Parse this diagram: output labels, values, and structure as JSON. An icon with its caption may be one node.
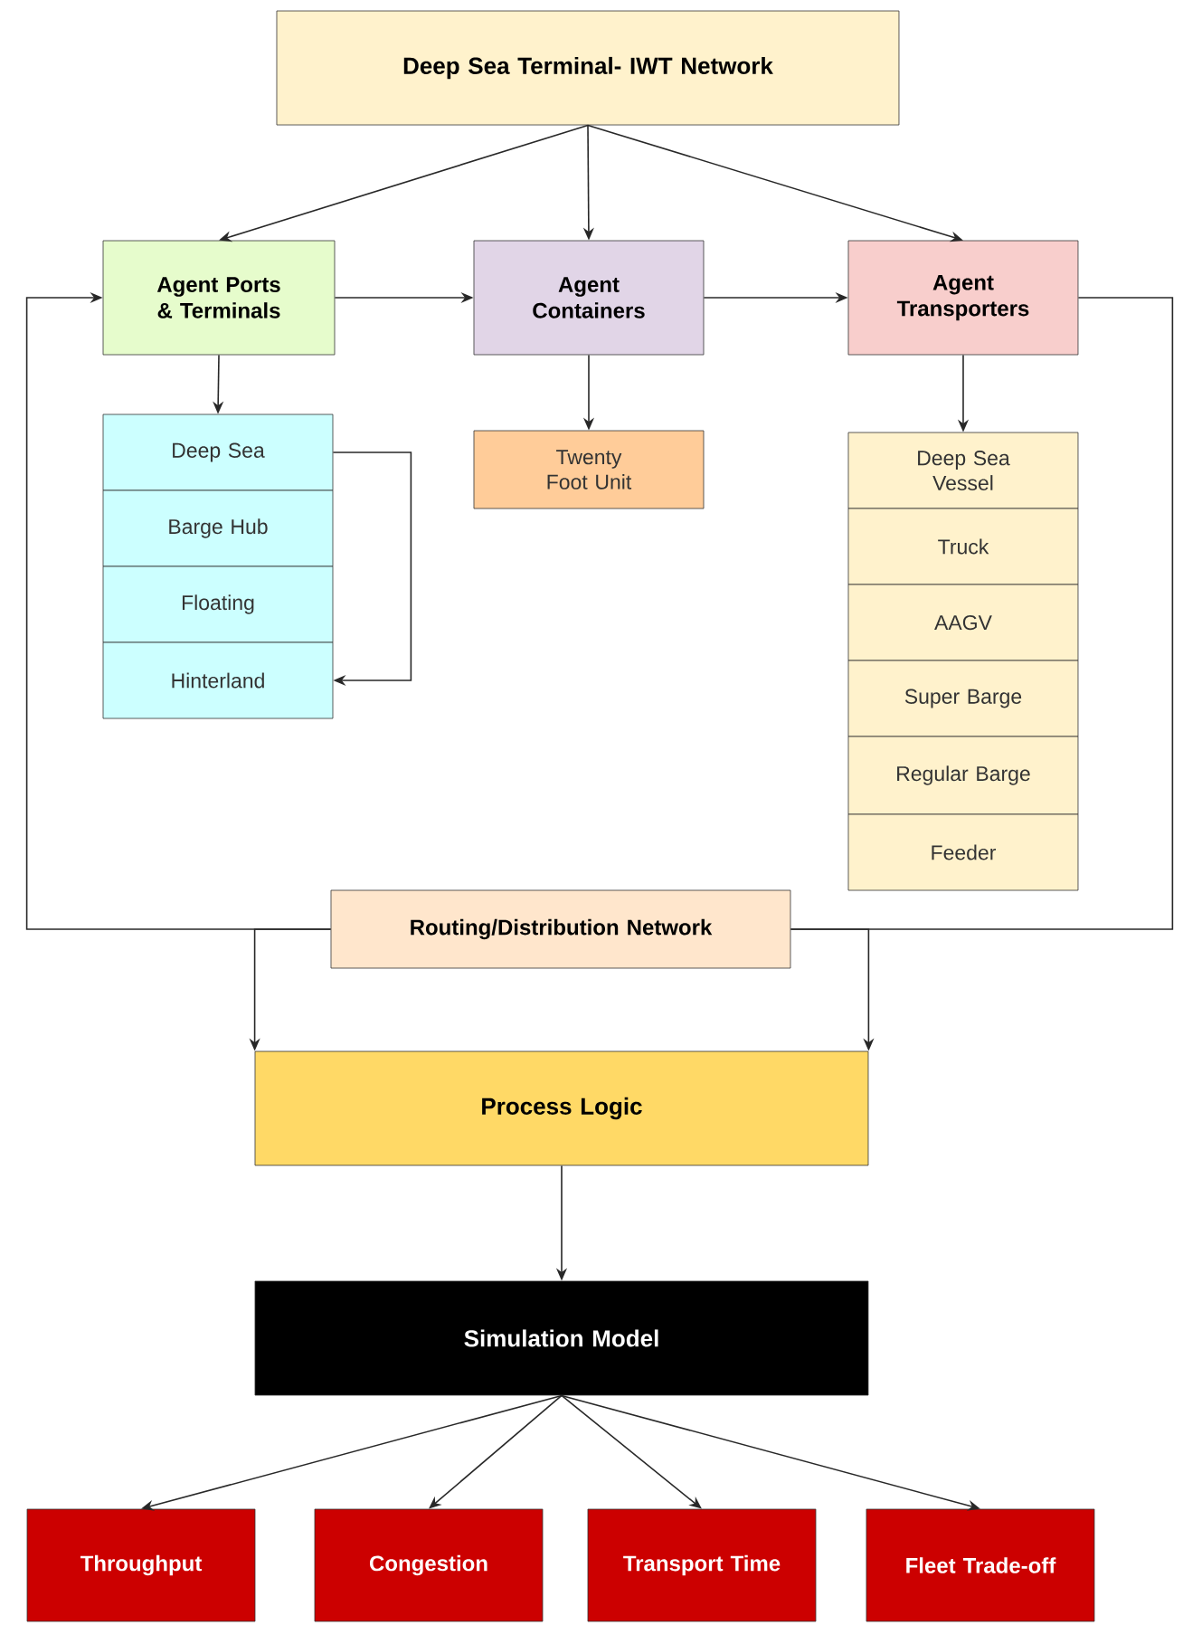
{
  "diagram": {
    "nodes": [
      {
        "text": [
          "Deep Sea Terminal- IWT Network"
        ]
      },
      {
        "text": [
          "Agent Ports & Terminals"
        ]
      },
      {
        "text": [
          "Agent Containers"
        ]
      },
      {
        "text": [
          "Agent Transporters"
        ]
      },
      {
        "text": [
          "Deep Sea"
        ]
      },
      {
        "text": [
          "Barge Hub"
        ]
      },
      {
        "text": [
          "Floating"
        ]
      },
      {
        "text": [
          "Hinterland"
        ]
      },
      {
        "text": [
          "Twenty Foot Unit"
        ]
      },
      {
        "text": [
          "Deep Sea Vessel"
        ]
      },
      {
        "text": [
          "Truck"
        ]
      },
      {
        "text": [
          "AAGV"
        ]
      },
      {
        "text": [
          "Super Barge"
        ]
      },
      {
        "text": [
          "Regular Barge"
        ]
      },
      {
        "text": [
          "Feeder"
        ]
      },
      {
        "text": [
          "Routing/Distribution Network"
        ]
      },
      {
        "text": [
          "Process Logic"
        ]
      },
      {
        "text": [
          "Simulation Model"
        ]
      },
      {
        "text": [
          "Throughput"
        ]
      },
      {
        "text": [
          "Congestion"
        ]
      },
      {
        "text": [
          "Transport Time"
        ]
      },
      {
        "text": [
          "Fleet Trade-off"
        ]
      }
    ],
    "edges": [
      {
        "from": 0,
        "to": 1,
        "arrow": "to"
      },
      {
        "from": 0,
        "to": 2,
        "arrow": "to"
      },
      {
        "from": 0,
        "to": 3,
        "arrow": "to"
      },
      {
        "from": 1,
        "to": 2,
        "arrow": "to"
      },
      {
        "from": 2,
        "to": 3,
        "arrow": "to"
      },
      {
        "from": 1,
        "to": 4,
        "arrow": "to"
      },
      {
        "from": 2,
        "to": 8,
        "arrow": "to"
      },
      {
        "from": 3,
        "to": 9,
        "arrow": "to"
      },
      {
        "from": 4,
        "to": 7,
        "arrow": "to"
      },
      {
        "from": 3,
        "to": 15,
        "arrow": "none"
      },
      {
        "from": 15,
        "to": 1,
        "arrow": "to"
      },
      {
        "from": 15,
        "to": 16,
        "arrow": "to"
      },
      {
        "from": 15,
        "to": 16,
        "arrow": "to"
      },
      {
        "from": 16,
        "to": 17,
        "arrow": "to"
      },
      {
        "from": 17,
        "to": 18,
        "arrow": "to"
      },
      {
        "from": 17,
        "to": 19,
        "arrow": "to"
      },
      {
        "from": 17,
        "to": 20,
        "arrow": "to"
      },
      {
        "from": 17,
        "to": 21,
        "arrow": "to"
      }
    ]
  }
}
